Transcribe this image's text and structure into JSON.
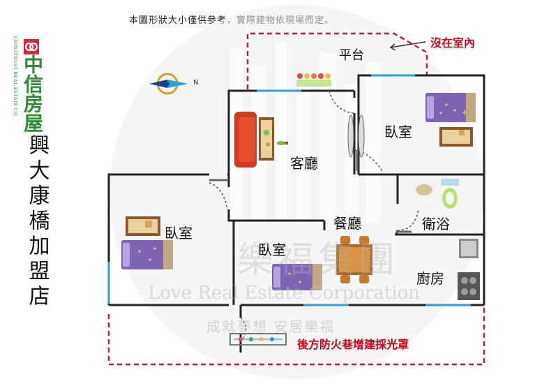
{
  "notice": "本圖形狀大小僅供參考，實際建物依現場而定。",
  "brand": {
    "english": "CHINATRUST REAL ESTATE CO.",
    "name": "中信房屋"
  },
  "store_name": "興大康橋加盟店",
  "rooms": {
    "balcony": "平台",
    "bedroom_top_right": "臥室",
    "living_room": "客廳",
    "bedroom_left": "臥室",
    "bedroom_middle": "臥室",
    "dining_room": "餐廳",
    "bathroom": "衛浴",
    "kitchen": "廚房"
  },
  "annotations": {
    "not_indoor": "沒在室內",
    "rear_note": "後方防火巷增建採光罩"
  },
  "compass": {
    "north_label": "N"
  },
  "watermark": {
    "chinese": "樂福集團",
    "english": "Love Real Estate Corporation",
    "slogan": "成就夢想 安居樂福"
  },
  "colors": {
    "wall": "#222222",
    "window": "#2e9fd8",
    "annex_outline": "#c0222b",
    "annotation_text": "#d0021b",
    "brand_green": "#2e8b3a",
    "brand_red": "#d7263d"
  }
}
